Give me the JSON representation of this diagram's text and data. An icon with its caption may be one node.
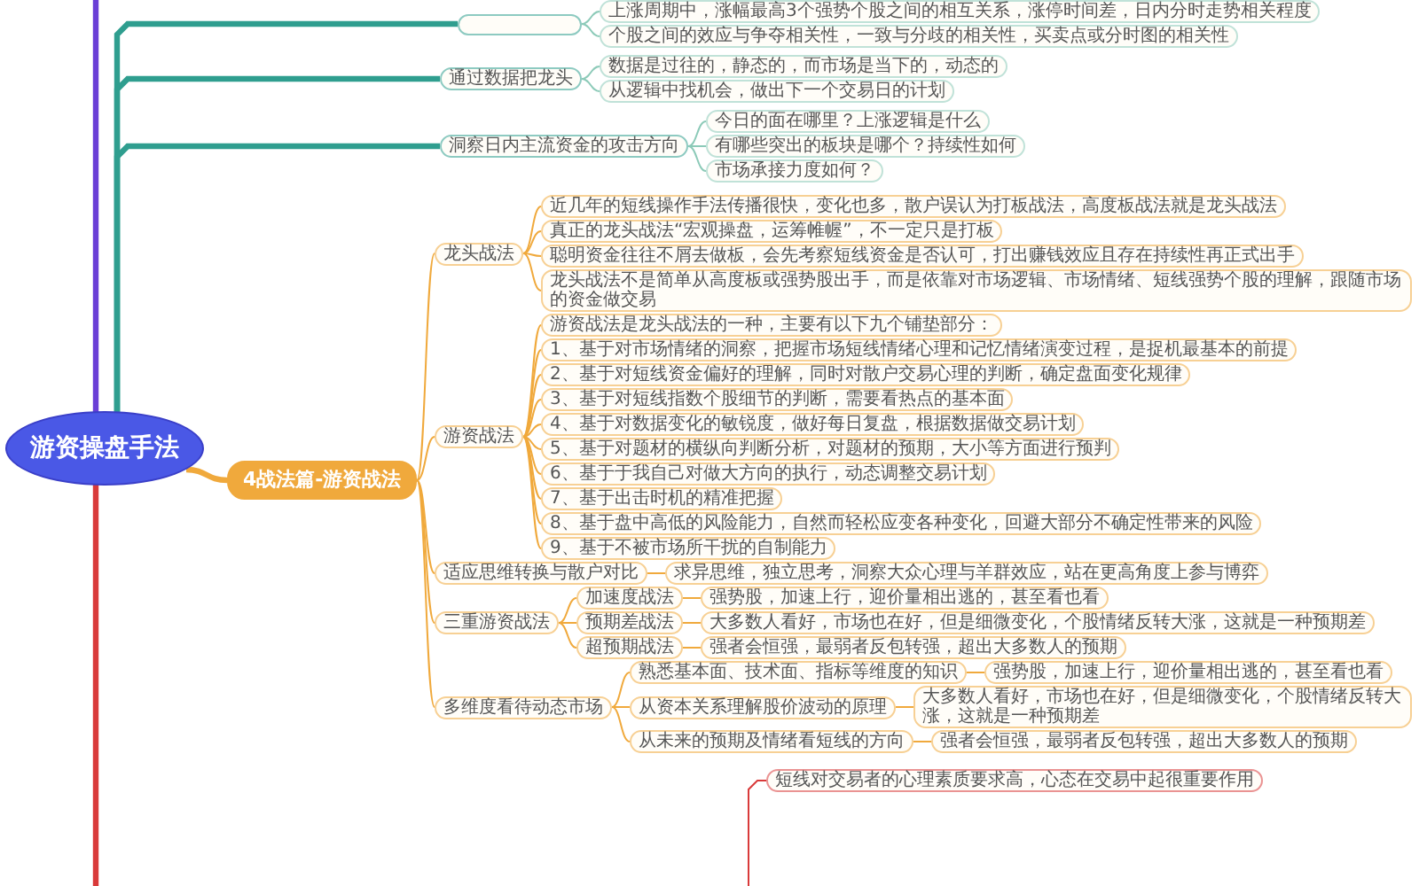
{
  "diagram": {
    "nodes": [
      {
        "text": [
          "游资操盘手法"
        ]
      },
      {
        "text": [],
        "shape": "box"
      },
      {
        "text": [
          "上涨周期中，涨幅最高3个强势个股之间的相互关系，涨停时间差，日内分时走势相关程度"
        ]
      },
      {
        "text": [
          "个股之间的效应与争夺相关性，一致与分歧的相关性，买卖点或分时图的相关性"
        ]
      },
      {
        "text": [
          "通过数据把龙头"
        ]
      },
      {
        "text": [
          "数据是过往的，静态的，而市场是当下的，动态的"
        ]
      },
      {
        "text": [
          "从逻辑中找机会，做出下一个交易日的计划"
        ]
      },
      {
        "text": [
          "洞察日内主流资金的攻击方向"
        ]
      },
      {
        "text": [
          "今日的面在哪里？上涨逻辑是什么"
        ]
      },
      {
        "text": [
          "有哪些突出的板块是哪个？持续性如何"
        ]
      },
      {
        "text": [
          "市场承接力度如何？"
        ]
      },
      {
        "text": [
          "4战法篇-游资战法"
        ]
      },
      {
        "text": [
          "龙头战法"
        ]
      },
      {
        "text": [
          "近几年的短线操作手法传播很快，变化也多，散户误认为打板战法，高度板战法就是龙头战法"
        ]
      },
      {
        "text": [
          "真正的龙头战法“宏观操盘，运筹帷幄”，不一定只是打板"
        ]
      },
      {
        "text": [
          "聪明资金往往不屑去做板，会先考察短线资金是否认可，打出赚钱效应且存在持续性再正式出手"
        ]
      },
      {
        "text": [
          "龙头战法不是简单从高度板或强势股出手，而是依靠对市场逻辑、市场情绪、短线强势个股的理解，跟随市场的资金做交易"
        ]
      },
      {
        "text": [
          "游资战法"
        ]
      },
      {
        "text": [
          "游资战法是龙头战法的一种，主要有以下九个铺垫部分："
        ]
      },
      {
        "text": [
          "1、基于对市场情绪的洞察，把握市场短线情绪心理和记忆情绪演变过程，是捉机最基本的前提"
        ]
      },
      {
        "text": [
          "2、基于对短线资金偏好的理解，同时对散户交易心理的判断，确定盘面变化规律"
        ]
      },
      {
        "text": [
          "3、基于对短线指数个股细节的判断，需要看热点的基本面"
        ]
      },
      {
        "text": [
          "4、基于对数据变化的敏锐度，做好每日复盘，根据数据做交易计划"
        ]
      },
      {
        "text": [
          "5、基于对题材的横纵向判断分析，对题材的预期，大小等方面进行预判"
        ]
      },
      {
        "text": [
          "6、基于于我自己对做大方向的执行，动态调整交易计划"
        ]
      },
      {
        "text": [
          "7、基于出击时机的精准把握"
        ]
      },
      {
        "text": [
          "8、基于盘中高低的风险能力，自然而轻松应变各种变化，回避大部分不确定性带来的风险"
        ]
      },
      {
        "text": [
          "9、基于不被市场所干扰的自制能力"
        ]
      },
      {
        "text": [
          "适应思维转换与散户对比"
        ]
      },
      {
        "text": [
          "求异思维，独立思考，洞察大众心理与羊群效应，站在更高角度上参与博弈"
        ]
      },
      {
        "text": [
          "三重游资战法"
        ]
      },
      {
        "text": [
          "加速度战法"
        ]
      },
      {
        "text": [
          "强势股，加速上行，迎价量相出逃的，甚至看也看"
        ]
      },
      {
        "text": [
          "预期差战法"
        ]
      },
      {
        "text": [
          "大多数人看好，市场也在好，但是细微变化，个股情绪反转大涨，这就是一种预期差"
        ]
      },
      {
        "text": [
          "超预期战法"
        ]
      },
      {
        "text": [
          "强者会恒强，最弱者反包转强，超出大多数人的预期"
        ]
      },
      {
        "text": [
          "多维度看待动态市场"
        ]
      },
      {
        "text": [
          "熟悉基本面、技术面、指标等维度的知识"
        ]
      },
      {
        "text": [
          "强势股，加速上行，迎价量相出逃的，甚至看也看"
        ]
      },
      {
        "text": [
          "从资本关系理解股价波动的原理"
        ]
      },
      {
        "text": [
          "大多数人看好，市场也在好，但是细微变化，个股情绪反转大涨，这就是一种预期差"
        ]
      },
      {
        "text": [
          "从未来的预期及情绪看短线的方向"
        ]
      },
      {
        "text": [
          "强者会恒强，最弱者反包转强，超出大多数人的预期"
        ]
      },
      {
        "text": [
          "短线对交易者的心理素质要求高，心态在交易中起很重要作用"
        ]
      }
    ],
    "edges": [
      {
        "from": 0,
        "to": null,
        "arrow": "none",
        "style": "thick",
        "color": "#6a3fd6"
      },
      {
        "from": 0,
        "to": 1,
        "arrow": "none",
        "style": "thick",
        "color": "#2f9e8f"
      },
      {
        "from": 0,
        "to": 4,
        "arrow": "none",
        "style": "thick",
        "color": "#2f9e8f"
      },
      {
        "from": 0,
        "to": 7,
        "arrow": "none",
        "style": "thick",
        "color": "#2f9e8f"
      },
      {
        "from": 1,
        "to": 2,
        "arrow": "none",
        "color": "#8ccab8"
      },
      {
        "from": 1,
        "to": 3,
        "arrow": "none",
        "color": "#8ccab8"
      },
      {
        "from": 4,
        "to": 5,
        "arrow": "none",
        "color": "#8ccab8"
      },
      {
        "from": 4,
        "to": 6,
        "arrow": "none",
        "color": "#8ccab8"
      },
      {
        "from": 7,
        "to": 8,
        "arrow": "none",
        "color": "#8ccab8"
      },
      {
        "from": 7,
        "to": 9,
        "arrow": "none",
        "color": "#8ccab8"
      },
      {
        "from": 7,
        "to": 10,
        "arrow": "none",
        "color": "#8ccab8"
      },
      {
        "from": 0,
        "to": 11,
        "arrow": "none",
        "style": "thick"
      },
      {
        "from": 11,
        "to": 12,
        "arrow": "none"
      },
      {
        "from": 11,
        "to": 17,
        "arrow": "none"
      },
      {
        "from": 11,
        "to": 28,
        "arrow": "none"
      },
      {
        "from": 11,
        "to": 30,
        "arrow": "none"
      },
      {
        "from": 11,
        "to": 37,
        "arrow": "none"
      },
      {
        "from": 12,
        "to": 13,
        "arrow": "none"
      },
      {
        "from": 12,
        "to": 14,
        "arrow": "none"
      },
      {
        "from": 12,
        "to": 15,
        "arrow": "none"
      },
      {
        "from": 12,
        "to": 16,
        "arrow": "none"
      },
      {
        "from": 17,
        "to": 18,
        "arrow": "none"
      },
      {
        "from": 17,
        "to": 19,
        "arrow": "none"
      },
      {
        "from": 17,
        "to": 20,
        "arrow": "none"
      },
      {
        "from": 17,
        "to": 21,
        "arrow": "none"
      },
      {
        "from": 17,
        "to": 22,
        "arrow": "none"
      },
      {
        "from": 17,
        "to": 23,
        "arrow": "none"
      },
      {
        "from": 17,
        "to": 24,
        "arrow": "none"
      },
      {
        "from": 17,
        "to": 25,
        "arrow": "none"
      },
      {
        "from": 17,
        "to": 26,
        "arrow": "none"
      },
      {
        "from": 17,
        "to": 27,
        "arrow": "none"
      },
      {
        "from": 28,
        "to": 29,
        "arrow": "none"
      },
      {
        "from": 30,
        "to": 31,
        "arrow": "none"
      },
      {
        "from": 30,
        "to": 33,
        "arrow": "none"
      },
      {
        "from": 30,
        "to": 35,
        "arrow": "none"
      },
      {
        "from": 31,
        "to": 32,
        "arrow": "none"
      },
      {
        "from": 33,
        "to": 34,
        "arrow": "none"
      },
      {
        "from": 35,
        "to": 36,
        "arrow": "none"
      },
      {
        "from": 37,
        "to": 38,
        "arrow": "none"
      },
      {
        "from": 37,
        "to": 40,
        "arrow": "none"
      },
      {
        "from": 37,
        "to": 42,
        "arrow": "none"
      },
      {
        "from": 38,
        "to": 39,
        "arrow": "none"
      },
      {
        "from": 40,
        "to": 41,
        "arrow": "none"
      },
      {
        "from": 42,
        "to": 43,
        "arrow": "none"
      },
      {
        "from": 0,
        "to": null,
        "arrow": "none",
        "style": "thick",
        "color": "#d93a3a"
      },
      {
        "from": null,
        "to": 44,
        "arrow": "none",
        "color": "#d93a3a"
      }
    ]
  }
}
